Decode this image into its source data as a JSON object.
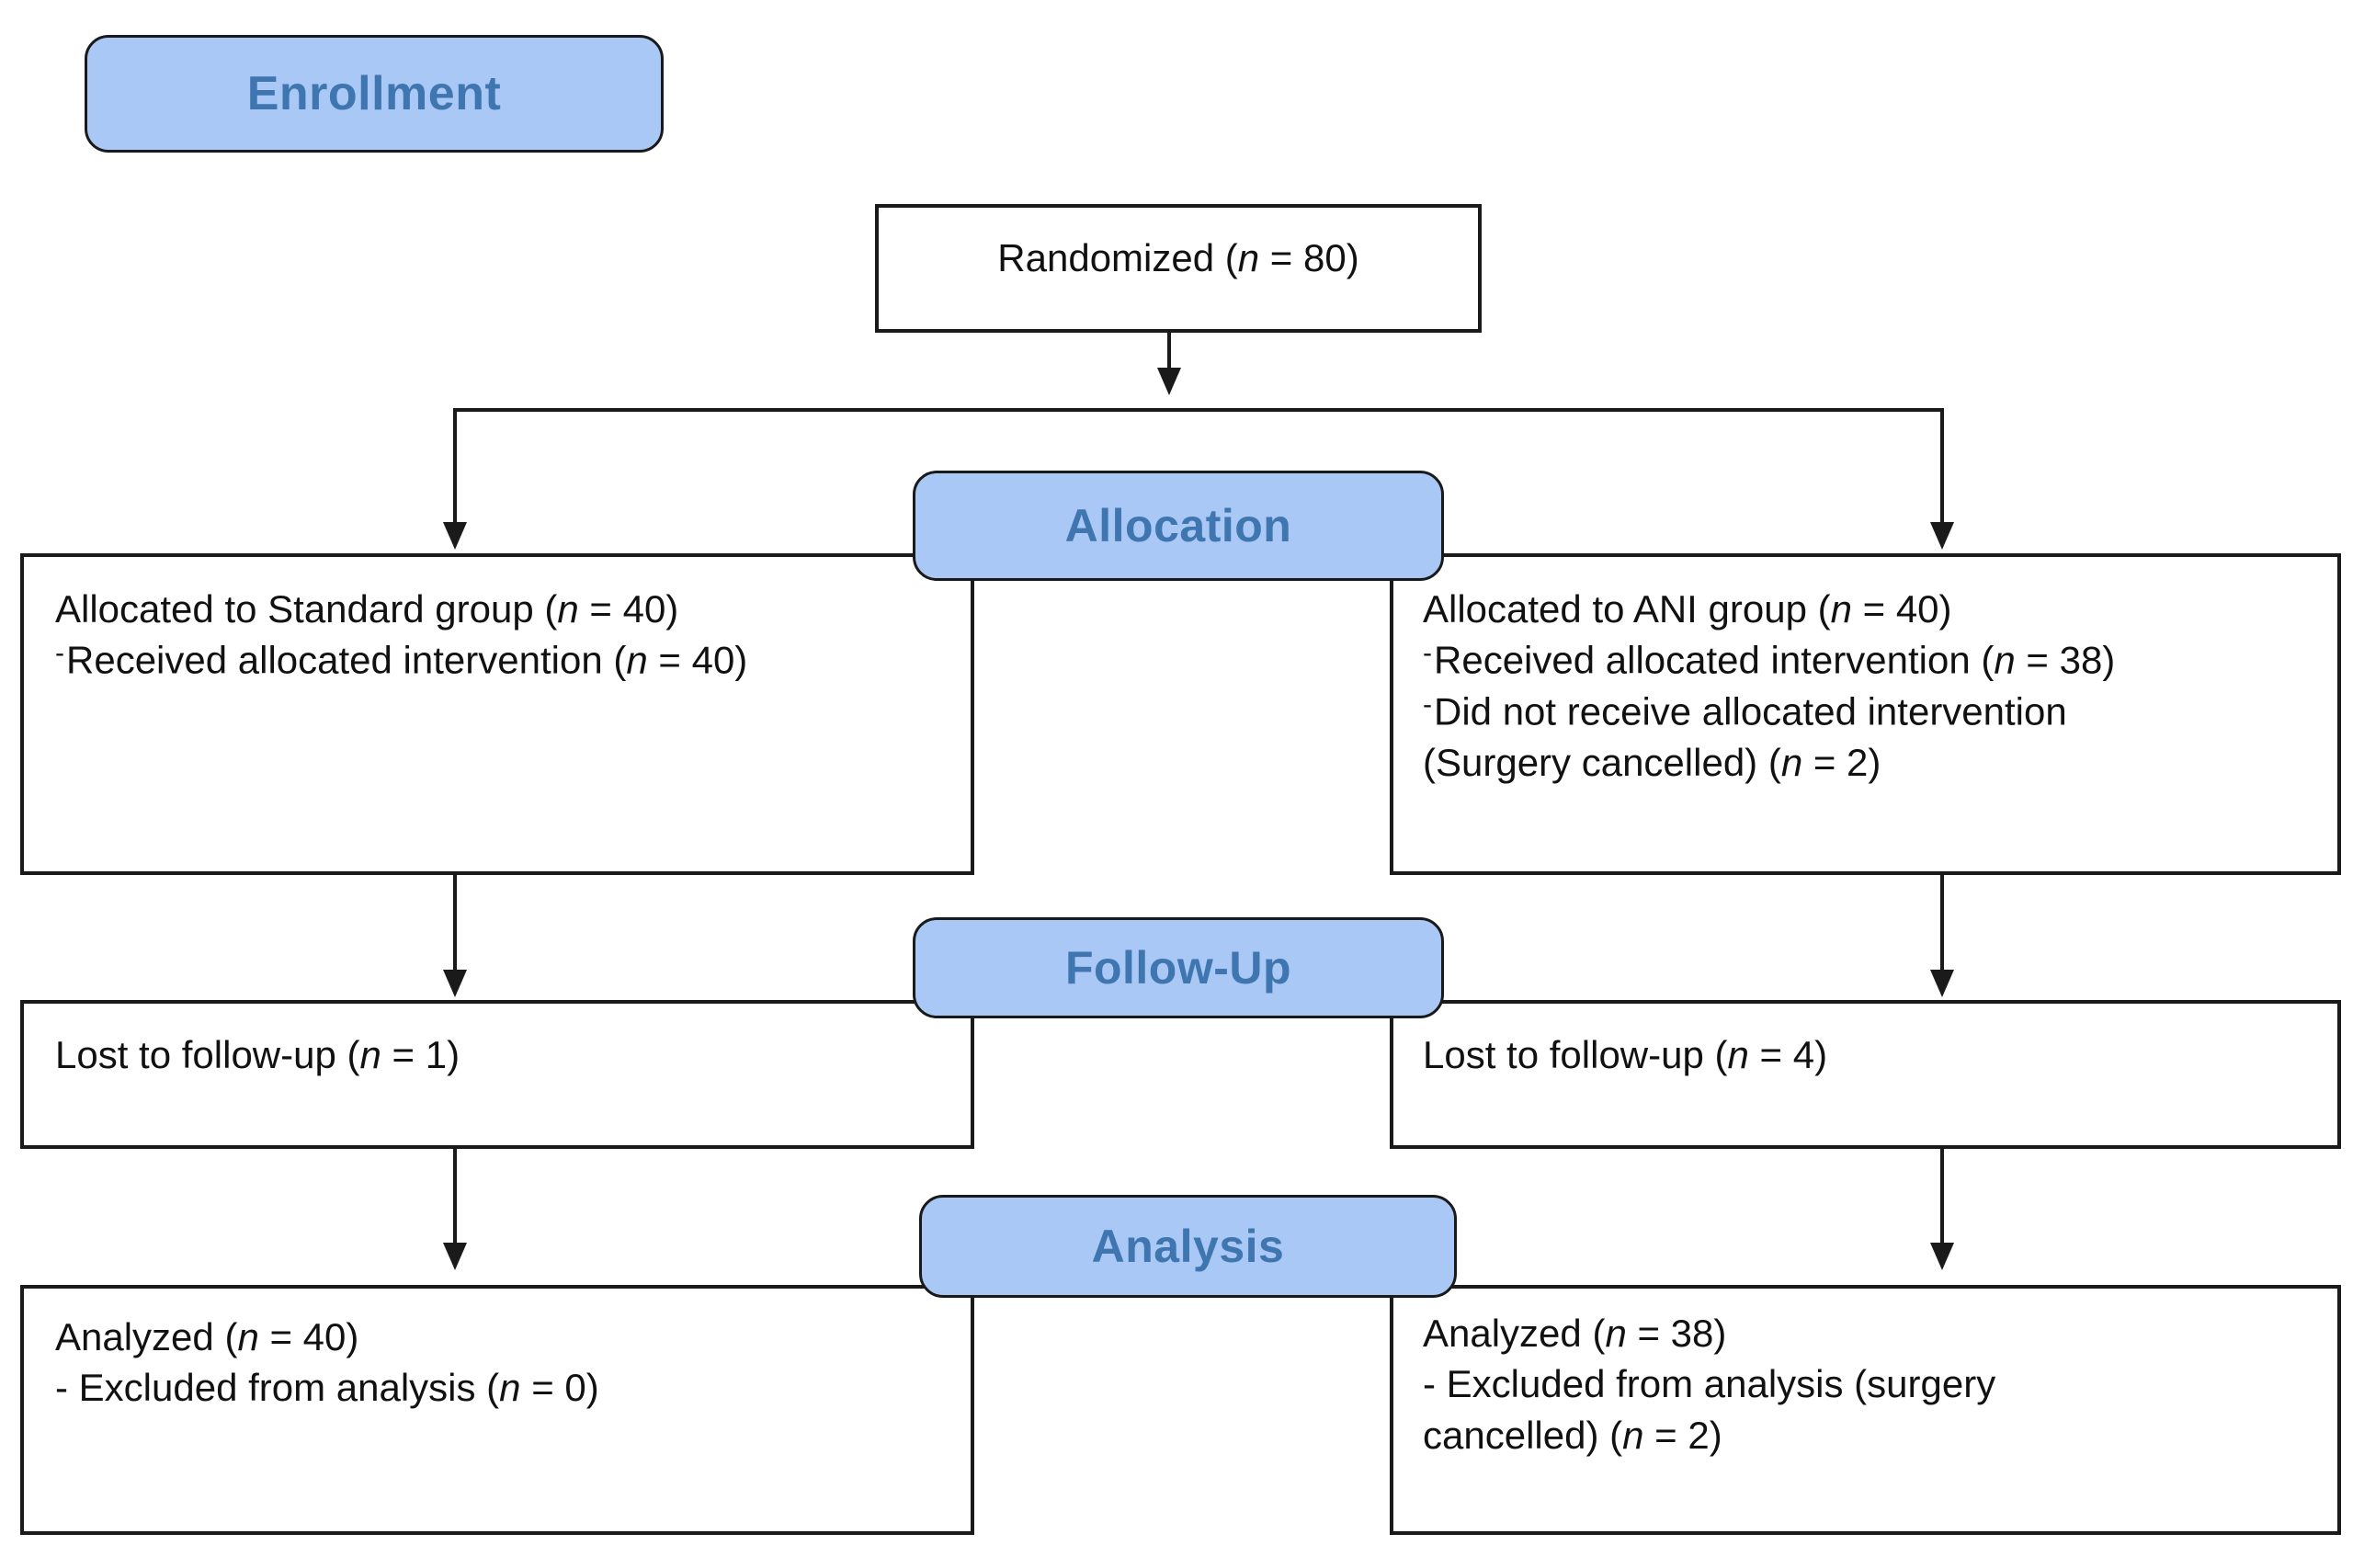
{
  "diagram": {
    "type": "consort-flow-diagram",
    "accent_color": "#a9c8f5",
    "label_text_color": "#3f76b0",
    "line_color": "#1a1a1a"
  },
  "stages": {
    "enrollment": "Enrollment",
    "allocation": "Allocation",
    "followup": "Follow-Up",
    "analysis": "Analysis"
  },
  "randomized": {
    "prefix": "Randomized (",
    "n_symbol": "n",
    "equals": " = 80)"
  },
  "allocation_left": {
    "line1_a": "Allocated to Standard group (",
    "line1_n": "n",
    "line1_b": " = 40)",
    "line2_a": "Received  allocated intervention  (",
    "line2_n": "n",
    "line2_b": " = 40)"
  },
  "allocation_right": {
    "line1_a": "Allocated to ANI group (",
    "line1_n": "n",
    "line1_b": " = 40)",
    "line2_a": "Received  allocated intervention  (",
    "line2_n": "n",
    "line2_b": " = 38)",
    "line3": "Did not receive  allocated intervention",
    "line4_a": "(Surgery  cancelled) (",
    "line4_n": "n",
    "line4_b": " = 2)"
  },
  "followup_left": {
    "line1_a": "Lost to follow-up  (",
    "line1_n": "n",
    "line1_b": " = 1)"
  },
  "followup_right": {
    "line1_a": "Lost to follow-up  (",
    "line1_n": "n",
    "line1_b": " = 4)"
  },
  "analysis_left": {
    "line1_a": "Analyzed (",
    "line1_n": "n",
    "line1_b": " = 40)",
    "line2_a": "- Excluded from analysis (",
    "line2_n": "n",
    "line2_b": " = 0)"
  },
  "analysis_right": {
    "line1_a": "Analyzed (",
    "line1_n": "n",
    "line1_b": " = 38)",
    "line2_a": "- Excluded from  analysis (surgery",
    "line3_a": "cancelled) (",
    "line3_n": "n",
    "line3_b": " = 2)"
  }
}
